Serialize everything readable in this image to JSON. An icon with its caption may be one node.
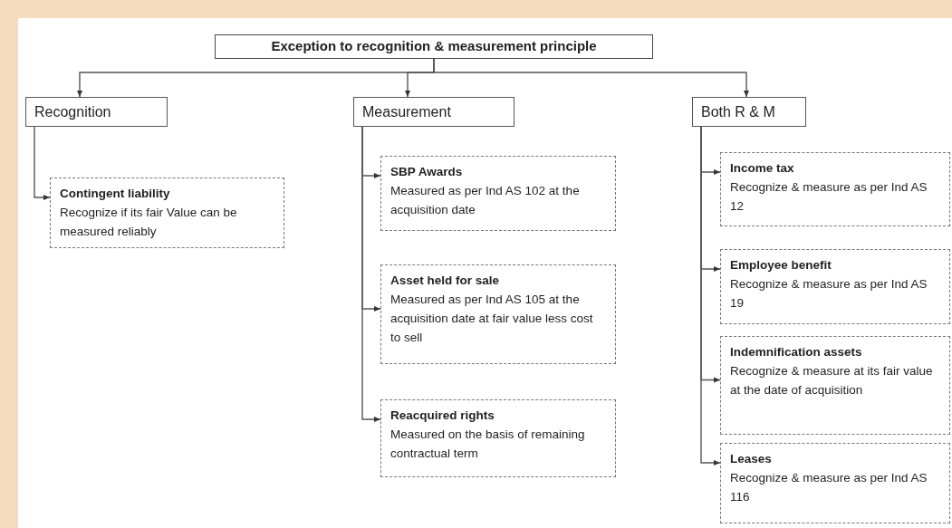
{
  "diagram": {
    "nodes": [
      {
        "text": [
          "Exception to recognition & measurement principle"
        ]
      },
      {
        "text": [
          "Recognition"
        ]
      },
      {
        "text": [
          "Measurement"
        ]
      },
      {
        "text": [
          "Both R & M"
        ]
      },
      {
        "text": [
          "Contingent liability",
          "Recognize if its fair Value can be measured reliably"
        ]
      },
      {
        "text": [
          "SBP Awards",
          "Measured as per Ind AS 102 at the acquisition date"
        ]
      },
      {
        "text": [
          "Asset held for sale",
          "Measured as per Ind AS 105 at the acquisition date at fair value less cost to sell"
        ]
      },
      {
        "text": [
          "Reacquired rights",
          "Measured on the basis of remaining contractual term"
        ]
      },
      {
        "text": [
          "Income tax",
          "Recognize & measure as per Ind AS 12"
        ]
      },
      {
        "text": [
          "Employee benefit",
          "Recognize & measure as per Ind AS 19"
        ]
      },
      {
        "text": [
          "Indemnification assets",
          "Recognize & measure at its fair value at the date of acquisition"
        ]
      },
      {
        "text": [
          "Leases",
          "Recognize & measure as per Ind AS 116"
        ]
      }
    ],
    "edges": [
      {
        "from": 0,
        "to": 1,
        "arrow": "to"
      },
      {
        "from": 0,
        "to": 2,
        "arrow": "to"
      },
      {
        "from": 0,
        "to": 3,
        "arrow": "to"
      },
      {
        "from": 1,
        "to": 4,
        "arrow": "to"
      },
      {
        "from": 2,
        "to": 5,
        "arrow": "to"
      },
      {
        "from": 2,
        "to": 6,
        "arrow": "to"
      },
      {
        "from": 2,
        "to": 7,
        "arrow": "to"
      },
      {
        "from": 3,
        "to": 8,
        "arrow": "to"
      },
      {
        "from": 3,
        "to": 9,
        "arrow": "to"
      },
      {
        "from": 3,
        "to": 10,
        "arrow": "to"
      },
      {
        "from": 3,
        "to": 11,
        "arrow": "to"
      }
    ]
  }
}
